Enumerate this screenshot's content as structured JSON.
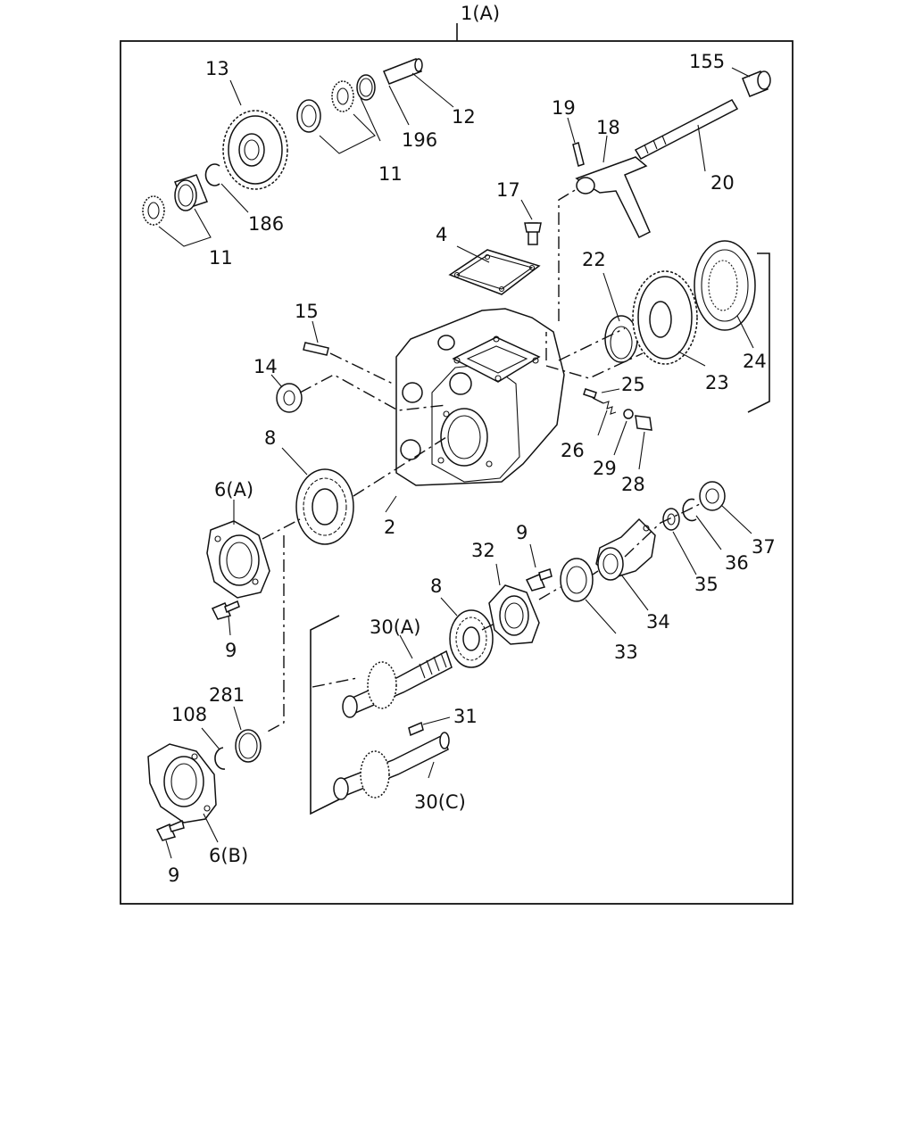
{
  "assembly_label": "1(A)",
  "parts": {
    "p2": "2",
    "p4": "4",
    "p6a": "6(A)",
    "p6b": "6(B)",
    "p8a": "8",
    "p8b": "8",
    "p9a": "9",
    "p9b": "9",
    "p9c": "9",
    "p11a": "11",
    "p11b": "11",
    "p12": "12",
    "p13": "13",
    "p14": "14",
    "p15": "15",
    "p17": "17",
    "p18": "18",
    "p19": "19",
    "p20": "20",
    "p22": "22",
    "p23": "23",
    "p24": "24",
    "p25": "25",
    "p26": "26",
    "p28": "28",
    "p29": "29",
    "p30a": "30(A)",
    "p30c": "30(C)",
    "p31": "31",
    "p32": "32",
    "p33": "33",
    "p34": "34",
    "p35": "35",
    "p36": "36",
    "p37": "37",
    "p108": "108",
    "p155": "155",
    "p186": "186",
    "p196": "196",
    "p281": "281"
  }
}
